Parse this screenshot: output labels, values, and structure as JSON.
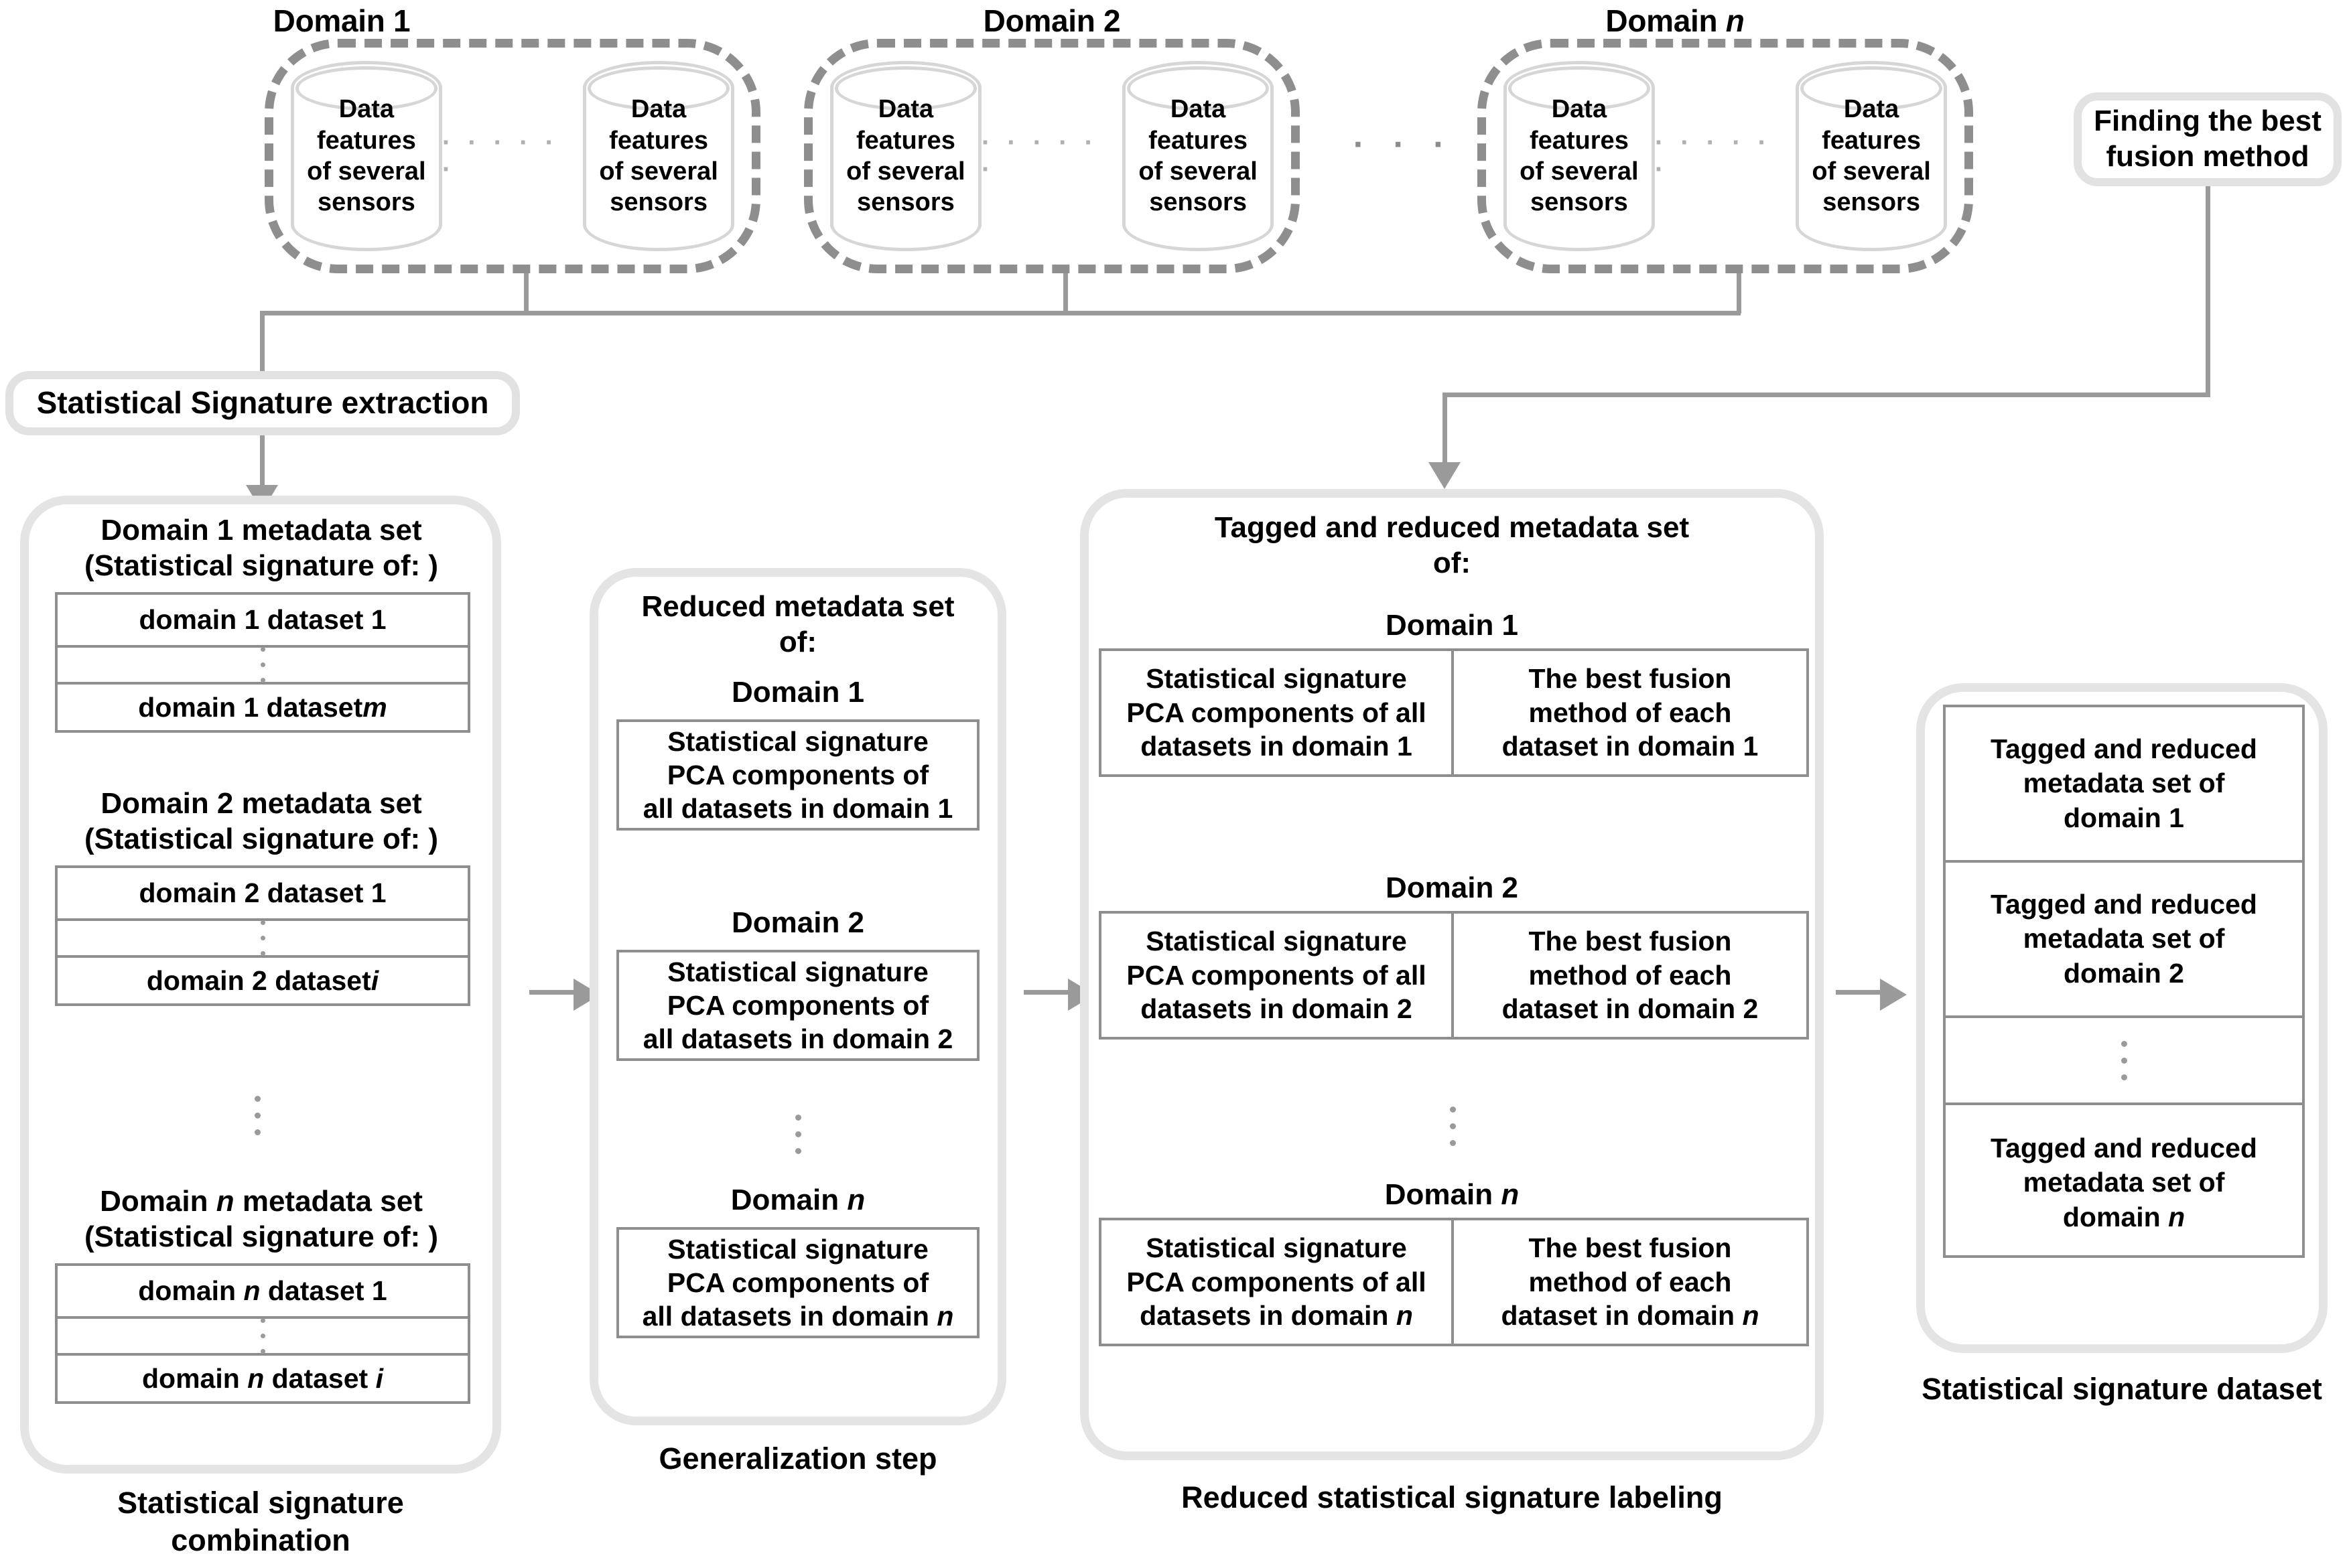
{
  "diagram": {
    "top_domains": [
      {
        "title": "Domain 1",
        "db_left": [
          "Data",
          "features",
          "of several",
          "sensors"
        ],
        "db_right": [
          "Data",
          "features",
          "of several",
          "sensors"
        ],
        "inner_ellipsis": "· · · · · ·"
      },
      {
        "title": "Domain 2",
        "db_left": [
          "Data",
          "features",
          "of several",
          "sensors"
        ],
        "db_right": [
          "Data",
          "features",
          "of several",
          "sensors"
        ],
        "inner_ellipsis": "· · · · · ·"
      },
      {
        "title": "Domain n",
        "db_left": [
          "Data",
          "features",
          "of several",
          "sensors"
        ],
        "db_right": [
          "Data",
          "features",
          "of several",
          "sensors"
        ],
        "inner_ellipsis": "· · · · · ·"
      }
    ],
    "between_domains_ellipsis": "· · ·",
    "fusion_node": "Finding the best\nfusion method",
    "extraction_node": "Statistical Signature extraction",
    "column1": {
      "caption": "Statistical signature\ncombination",
      "groups": [
        {
          "title": "Domain 1 metadata set\n(Statistical signature of: )",
          "first_row": "domain 1 dataset 1",
          "last_row": "domain 1 dataset m",
          "last_row_plain": "domain 1 dataset ",
          "last_row_italic": "m"
        },
        {
          "title": "Domain 2 metadata set\n(Statistical signature of: )",
          "first_row": "domain 2 dataset 1",
          "last_row": "domain 2 dataset i",
          "last_row_plain": "domain 2 dataset ",
          "last_row_italic": "i"
        },
        {
          "title": "Domain n metadata set\n(Statistical signature of: )",
          "title_plain_a": "Domain ",
          "title_italic": "n",
          "title_plain_b": " metadata set",
          "title_line2": "(Statistical signature of: )",
          "first_row_plain": "domain ",
          "first_row_italic": "n",
          "first_row_tail": " dataset 1",
          "last_row_plain": "domain ",
          "last_row_italic": "n",
          "last_row_tail2": " dataset ",
          "last_row_italic2": "i"
        }
      ]
    },
    "column2": {
      "header": "Reduced metadata set\nof:",
      "header_line1": "Reduced metadata set",
      "header_line2": "of:",
      "caption": "Generalization step",
      "entries": [
        {
          "label": "Domain 1",
          "text": "Statistical signature\nPCA components of\nall datasets in domain 1",
          "lines": [
            "Statistical signature",
            "PCA components of",
            "all datasets in domain 1"
          ]
        },
        {
          "label": "Domain 2",
          "text": "Statistical signature\nPCA components of\nall datasets in domain 2",
          "lines": [
            "Statistical signature",
            "PCA components of",
            "all datasets in domain 2"
          ]
        },
        {
          "label": "Domain n",
          "label_plain": "Domain ",
          "label_italic": "n",
          "lines": [
            "Statistical signature",
            "PCA components of",
            "all datasets in domain "
          ],
          "line3_italic": "n"
        }
      ]
    },
    "column3": {
      "header_line1": "Tagged and reduced metadata set",
      "header_line2": "of:",
      "caption": "Reduced statistical signature labeling",
      "entries": [
        {
          "label": "Domain 1",
          "left": "Statistical signature PCA components of all datasets in domain 1",
          "left_lines": [
            "Statistical signature",
            "PCA components of all",
            "datasets in domain 1"
          ],
          "right": "The best fusion method of each dataset in domain 1",
          "right_lines": [
            "The best fusion",
            "method of each",
            "dataset in domain 1"
          ]
        },
        {
          "label": "Domain 2",
          "left_lines": [
            "Statistical signature",
            "PCA components of all",
            "datasets in domain 2"
          ],
          "right_lines": [
            "The best fusion",
            "method of each",
            "dataset in domain 2"
          ]
        },
        {
          "label": "Domain n",
          "label_plain": "Domain ",
          "label_italic": "n",
          "left_lines": [
            "Statistical signature",
            "PCA components of all",
            "datasets in domain "
          ],
          "left_italic": "n",
          "right_lines": [
            "The best fusion",
            "method of each",
            "dataset in domain "
          ],
          "right_italic": "n"
        }
      ]
    },
    "column4": {
      "caption": "Statistical signature dataset",
      "rows": [
        {
          "lines": [
            "Tagged and reduced",
            "metadata set of",
            "domain 1"
          ]
        },
        {
          "lines": [
            "Tagged and reduced",
            "metadata set of",
            "domain 2"
          ]
        },
        {
          "lines": [
            "Tagged and reduced",
            "metadata set of",
            "domain "
          ],
          "italic": "n"
        }
      ]
    },
    "colors": {
      "connector": "#9a9a9a",
      "table_border": "#8e8e8e",
      "container_border": "#e4e4e4",
      "dashed_border": "#8e8e8e",
      "cylinder_border": "#d6d6d6",
      "text": "#000000",
      "background": "#ffffff"
    }
  }
}
